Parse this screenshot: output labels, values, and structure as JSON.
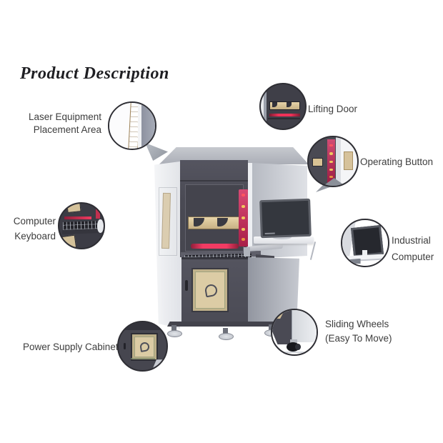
{
  "title": "Product Description",
  "callouts": [
    {
      "id": "laser-placement-area",
      "label_lines": [
        "Laser Equipment",
        "Placement Area"
      ]
    },
    {
      "id": "lifting-door",
      "label_lines": [
        "Lifting Door"
      ]
    },
    {
      "id": "operating-button",
      "label_lines": [
        "Operating Button"
      ]
    },
    {
      "id": "computer-keyboard",
      "label_lines": [
        "Computer",
        "Keyboard"
      ]
    },
    {
      "id": "industrial-computer",
      "label_lines": [
        "Industrial",
        "Computer"
      ]
    },
    {
      "id": "power-supply-cabinet",
      "label_lines": [
        "Power Supply Cabinet"
      ]
    },
    {
      "id": "sliding-wheels",
      "label_lines": [
        "Sliding Wheels",
        "(Easy To Move)"
      ]
    }
  ],
  "colors": {
    "background": "#ffffff",
    "title_text": "#1f1f23",
    "label_text": "#3d3d3d",
    "circle_border": "#2e2e34",
    "cabinet_dark": "#4a4a54",
    "cabinet_light": "#eceef0",
    "metal_gray": "#b4b8c0",
    "panel_tan": "#d7c193",
    "accent_red": "#f23b63",
    "button_panel_pink": "#c2275a",
    "button_dot_yellow": "#f0c75e"
  }
}
